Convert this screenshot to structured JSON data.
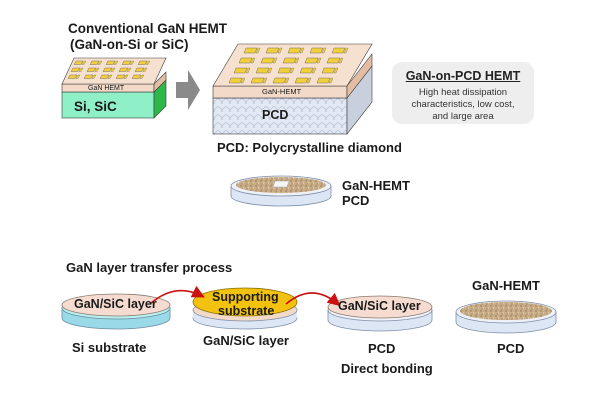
{
  "top": {
    "conventional_title": "Conventional GaN HEMT",
    "conventional_subtitle": "(GaN-on-Si or SiC)",
    "small_stack_layer": "GaN HEMT",
    "small_stack_substrate": "Si, SiC",
    "large_stack_layer": "GaN-HEMT",
    "large_stack_substrate": "PCD",
    "pcd_caption": "PCD: Polycrystalline diamond",
    "card_title": "GaN-on-PCD HEMT",
    "card_lines": [
      "High heat dissipation",
      "characteristics, low cost,",
      "and large area"
    ],
    "wafer_label_1": "GaN-HEMT",
    "wafer_label_2": "PCD"
  },
  "process": {
    "title": "GaN layer transfer process",
    "step1_disc": "GaN/SiC layer",
    "step1_label": "Si substrate",
    "step2_disc_line1": "Supporting",
    "step2_disc_line2": "substrate",
    "step2_label": "GaN/SiC layer",
    "step3_disc": "GaN/SiC layer",
    "step3_label": "PCD",
    "step3_sublabel": "Direct bonding",
    "step4_top_label": "GaN-HEMT",
    "step4_label": "PCD"
  },
  "colors": {
    "gan_layer": "#f3d9c8",
    "si_sic": "#8ff0c8",
    "si_sic_side": "#2fb84a",
    "pcd_body": "#dfe6f2",
    "electrode": "#f2d03c",
    "support": "#f2c20e",
    "arrow_red": "#cc1111",
    "big_arrow": "#8a8a8a",
    "disc_base": "#dde6f4"
  }
}
